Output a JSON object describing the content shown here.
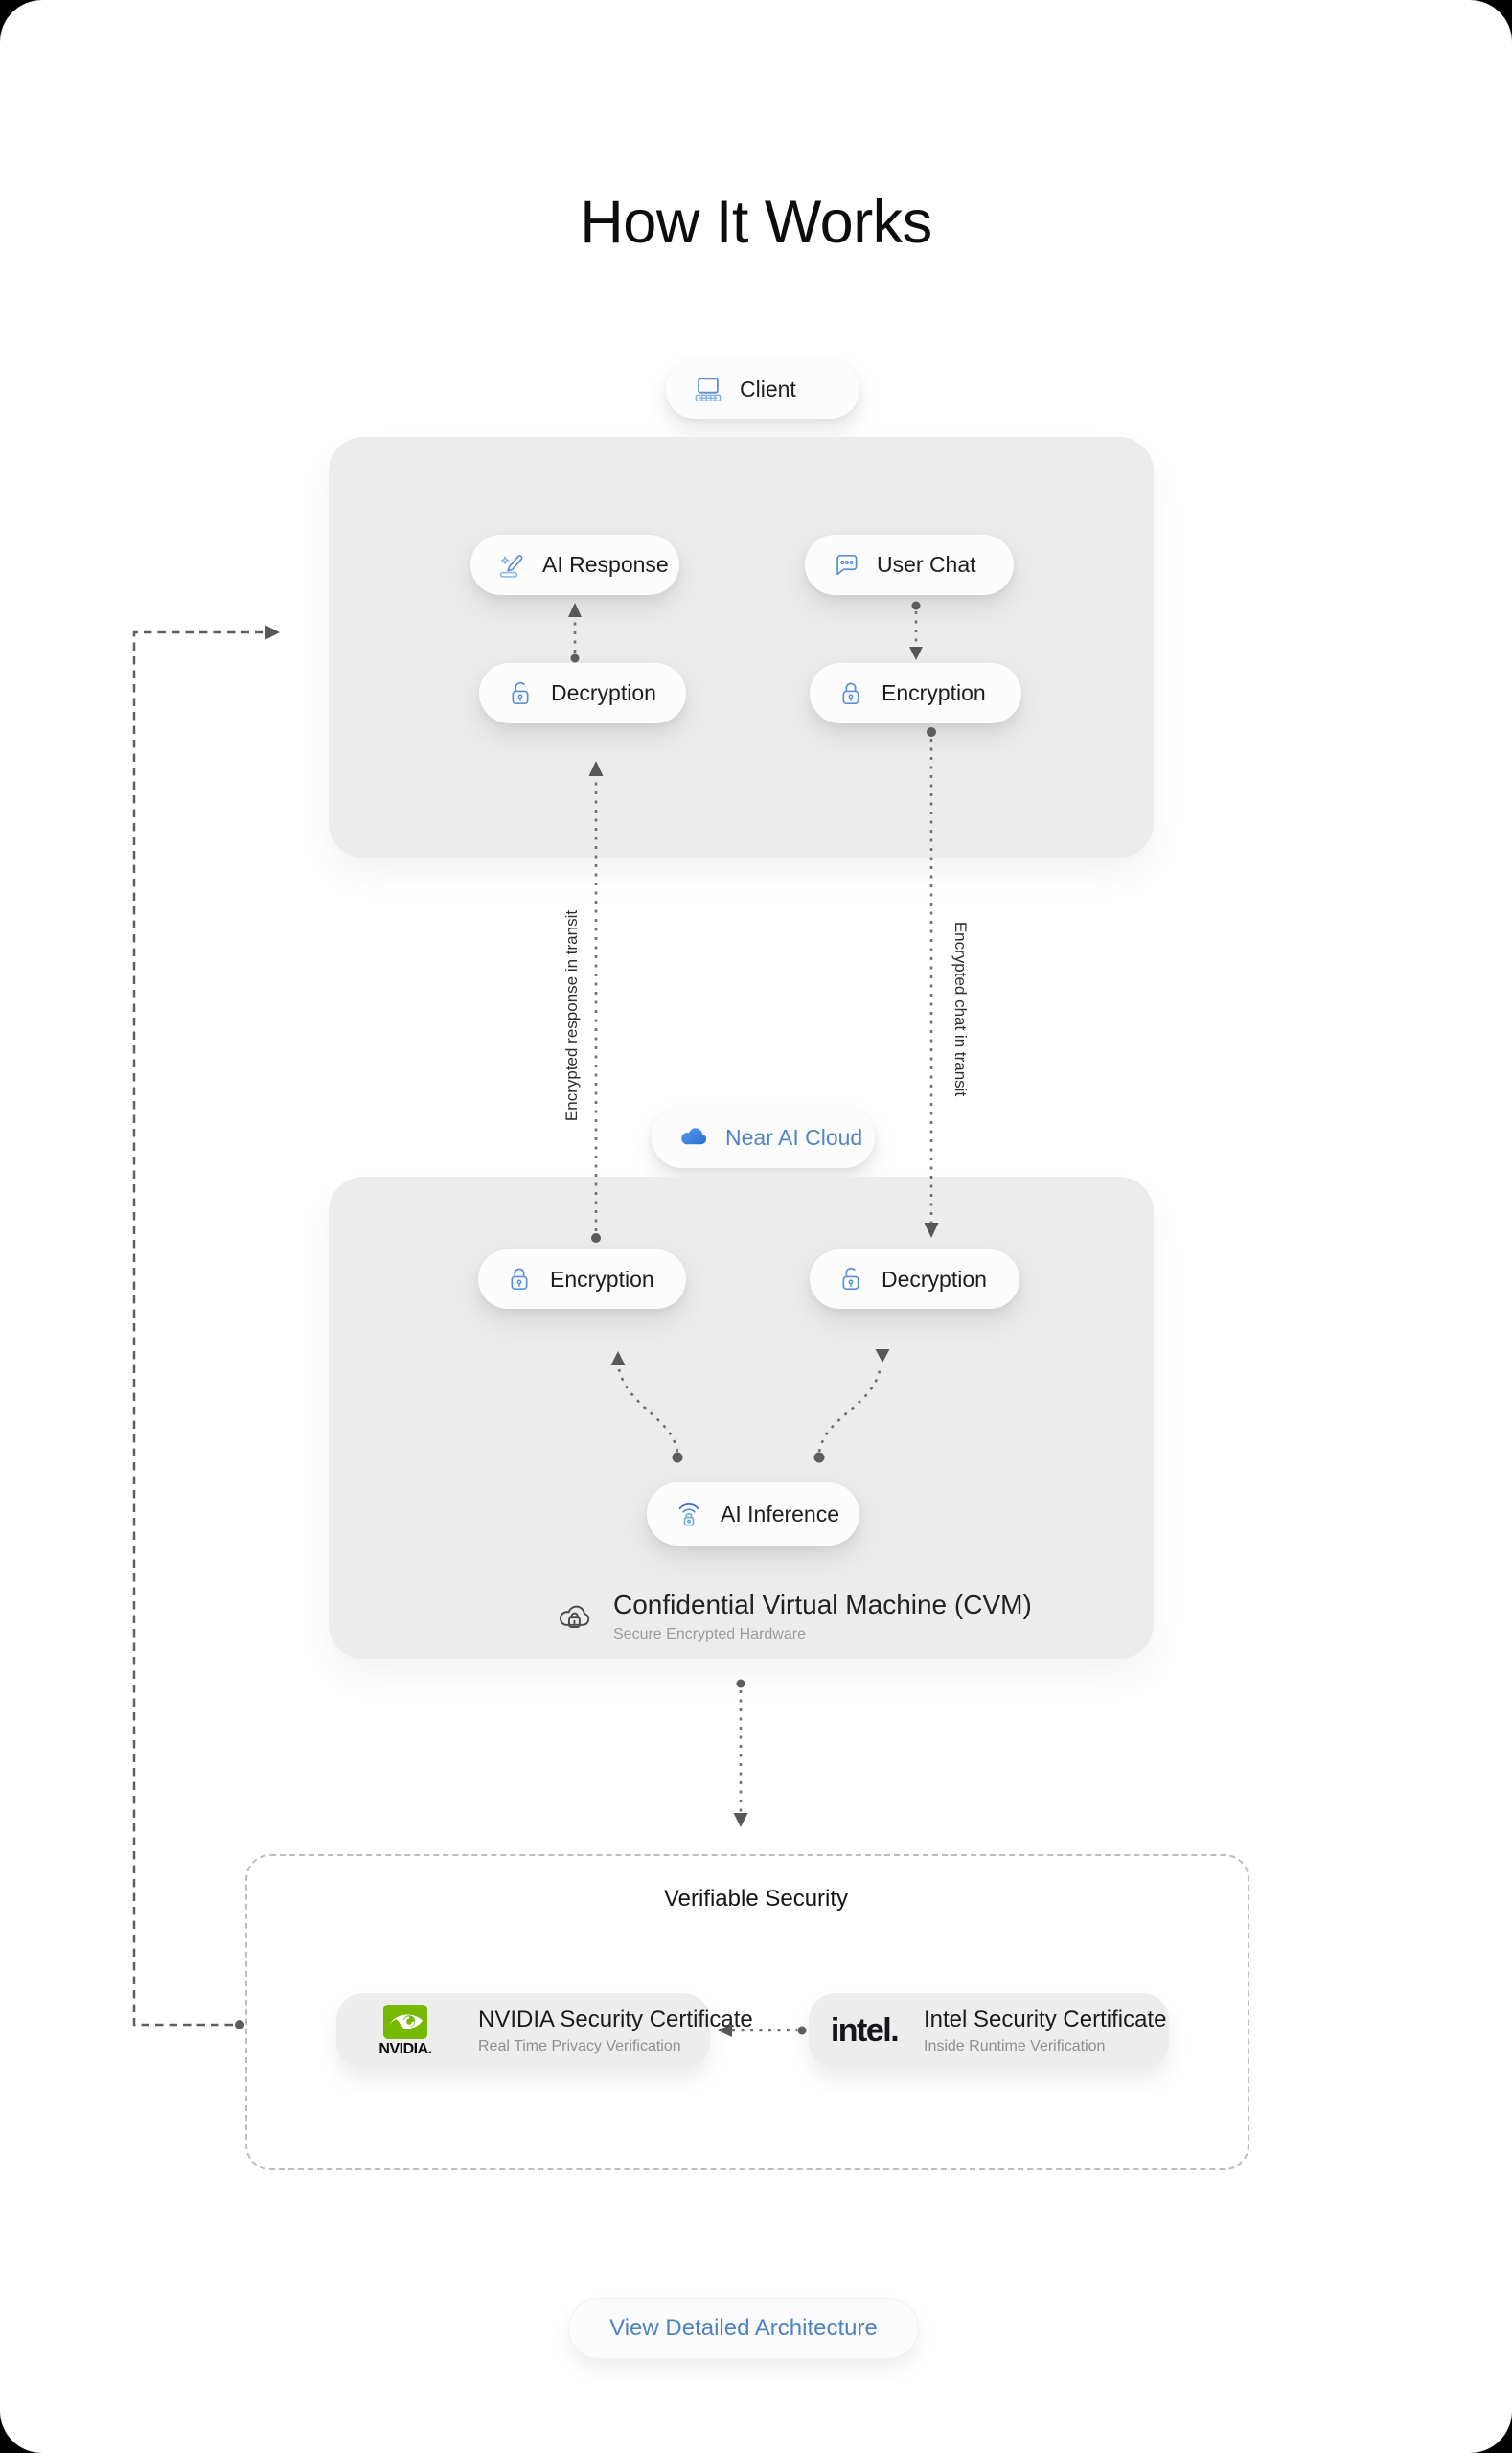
{
  "header": {
    "title": "How It Works"
  },
  "client": {
    "label": "Client"
  },
  "client_zone": {
    "ai_response": "AI Response",
    "user_chat": "User Chat",
    "decryption": "Decryption",
    "encryption": "Encryption"
  },
  "transit": {
    "response_label": "Encrypted response in transit",
    "chat_label": "Encrypted chat in transit",
    "cloud_badge": "Near AI Cloud"
  },
  "cvm_zone": {
    "encryption": "Encryption",
    "decryption": "Decryption",
    "ai_inference": "AI Inference",
    "cvm_title": "Confidential Virtual Machine (CVM)",
    "cvm_subtitle": "Secure Encrypted Hardware"
  },
  "verifiable_security": {
    "title": "Verifiable Security",
    "nvidia_cert": {
      "wordmark": "NVIDIA.",
      "title": "NVIDIA Security Certificate",
      "subtitle": "Real Time Privacy Verification"
    },
    "intel_cert": {
      "wordmark": "intel.",
      "title": "Intel Security Certificate",
      "subtitle": "Inside Runtime Verification"
    }
  },
  "cta": {
    "label": "View Detailed Architecture"
  },
  "colors": {
    "accent_blue": "#5b8fd6",
    "blue_text": "#5384c2",
    "zone_gray": "#ececec",
    "nvidia_green": "#76b900",
    "intel_dark": "#14161c"
  }
}
